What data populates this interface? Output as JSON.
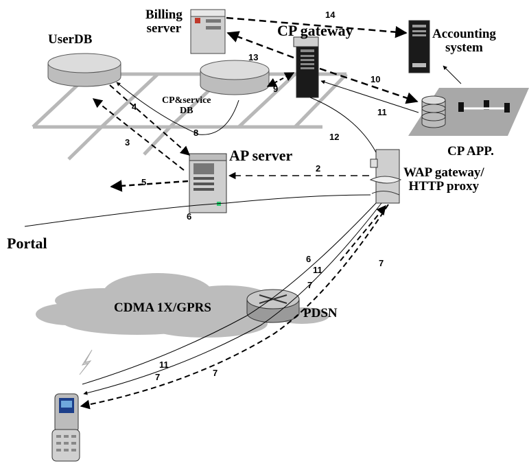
{
  "labels": {
    "billing_server": "Billing\nserver",
    "cp_gateway": "CP gateway",
    "accounting_system": "Accounting\nsystem",
    "userdb": "UserDB",
    "cp_service_db": "CP&service\nDB",
    "ap_server": "AP  server",
    "cp_app": "CP APP.",
    "wap_gateway": "WAP gateway/\nHTTP proxy",
    "portal": "Portal",
    "cdma": "CDMA 1X/GPRS",
    "pdsn": "PDSN"
  },
  "steps": {
    "s14": "14",
    "s13": "13",
    "s9": "9",
    "s10": "10",
    "s11a": "11",
    "s4": "4",
    "s8": "8",
    "s3": "3",
    "s12": "12",
    "s2": "2",
    "s5": "5",
    "s6a": "6",
    "s6b": "6",
    "s11b": "11",
    "s7a": "7",
    "s7b": "7",
    "s11c": "11",
    "s7c": "7",
    "s7d": "7"
  },
  "colors": {
    "line": "#000000",
    "grid": "#b8b8b8",
    "cloud": "#bcbcbc",
    "server_body": "#cfcfcf",
    "server_dark": "#1a1a1a",
    "billing_red": "#c0392b"
  }
}
